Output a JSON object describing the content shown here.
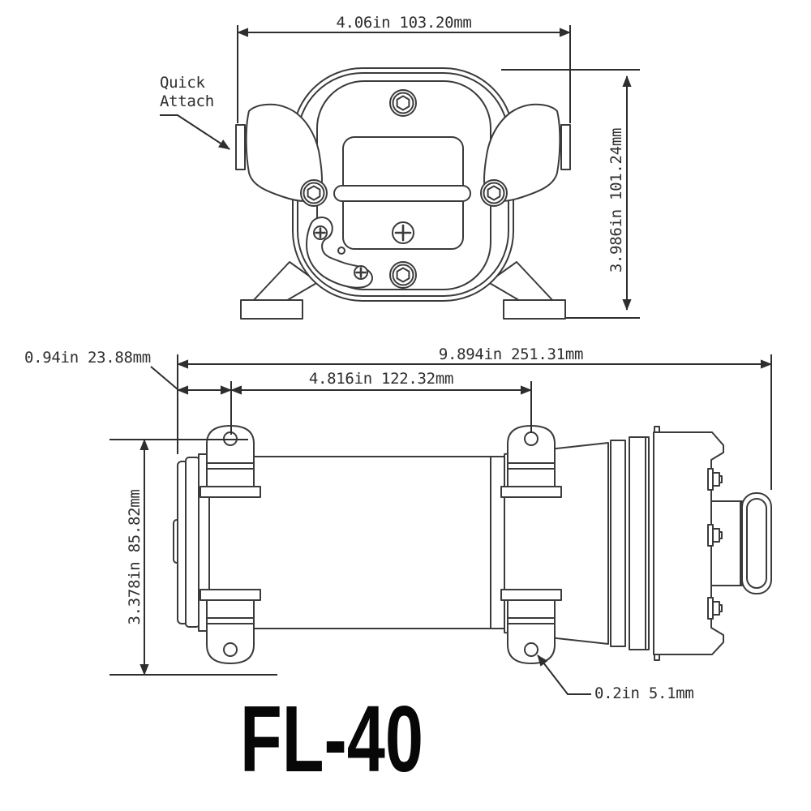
{
  "model_label": "FL-40",
  "callouts": {
    "quick_attach_line1": "Quick",
    "quick_attach_line2": "Attach"
  },
  "front_view": {
    "width_dim": "4.06in 103.20mm",
    "height_dim": "3.986in 101.24mm"
  },
  "side_view": {
    "inlet_offset_dim": "0.94in 23.88mm",
    "overall_length_dim": "9.894in 251.31mm",
    "mount_hole_spacing_dim": "4.816in 122.32mm",
    "height_dim": "3.378in 85.82mm",
    "mount_hole_diameter_dim": "0.2in 5.1mm"
  },
  "colors": {
    "background": "#ffffff",
    "line": "#3b3b3b",
    "dimension_text": "#2e2e2e",
    "title_text": "#070707"
  }
}
